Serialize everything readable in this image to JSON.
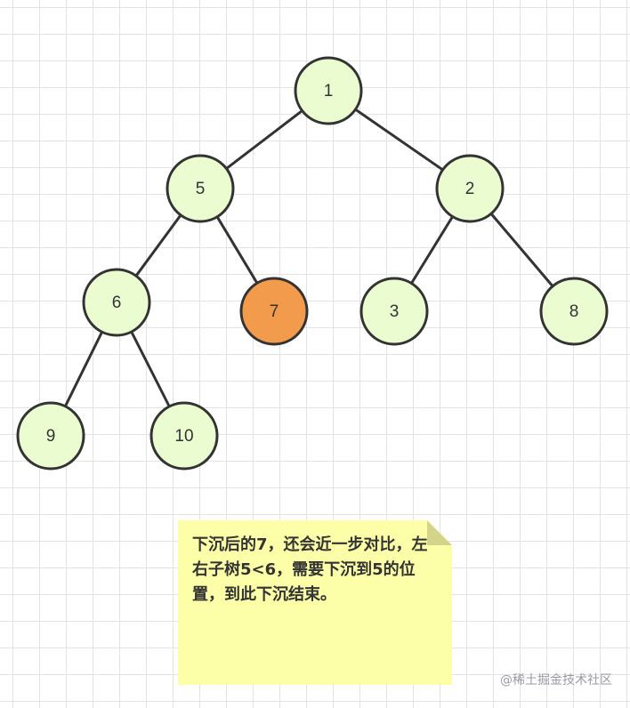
{
  "colors": {
    "node_fill": "#eafcd0",
    "highlight_fill": "#f29b4c",
    "stroke": "#333333",
    "note_background": "#fcffa8"
  },
  "tree": {
    "nodes": [
      {
        "id": "n1",
        "label": "1",
        "highlight": false
      },
      {
        "id": "n5",
        "label": "5",
        "highlight": false
      },
      {
        "id": "n2",
        "label": "2",
        "highlight": false
      },
      {
        "id": "n6",
        "label": "6",
        "highlight": false
      },
      {
        "id": "n7",
        "label": "7",
        "highlight": true
      },
      {
        "id": "n3",
        "label": "3",
        "highlight": false
      },
      {
        "id": "n8",
        "label": "8",
        "highlight": false
      },
      {
        "id": "n9",
        "label": "9",
        "highlight": false
      },
      {
        "id": "n10",
        "label": "10",
        "highlight": false
      }
    ],
    "edges": [
      [
        "n1",
        "n5"
      ],
      [
        "n1",
        "n2"
      ],
      [
        "n5",
        "n6"
      ],
      [
        "n5",
        "n7"
      ],
      [
        "n2",
        "n3"
      ],
      [
        "n2",
        "n8"
      ],
      [
        "n6",
        "n9"
      ],
      [
        "n6",
        "n10"
      ]
    ]
  },
  "note": {
    "text": "下沉后的7，还会近一步对比，左右子树5<6，需要下沉到5的位置，到此下沉结束。"
  },
  "watermark": "@稀土掘金技术社区"
}
